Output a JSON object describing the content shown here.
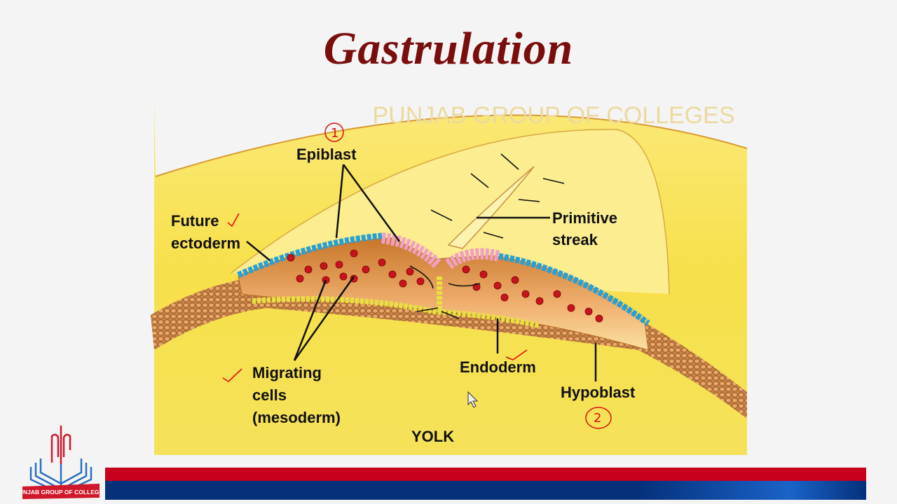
{
  "slide": {
    "title": "Gastrulation"
  },
  "diagram": {
    "labels": {
      "epiblast": "Epiblast",
      "future": "Future",
      "ectoderm": "ectoderm",
      "primitive": "Primitive",
      "streak": "streak",
      "migrating": "Migrating",
      "cells": "cells",
      "mesoderm": "(mesoderm)",
      "endoderm": "Endoderm",
      "hypoblast": "Hypoblast",
      "yolk": "YOLK"
    },
    "annotations": {
      "circle_one": "1",
      "circle_two": "2"
    },
    "watermark": "PUNJAB GROUP OF COLLEGES"
  },
  "footer": {
    "logo_text": "PUNJAB GROUP OF COLLEGES",
    "colors": {
      "red": "#c8001e",
      "blue": "#05307a"
    }
  }
}
